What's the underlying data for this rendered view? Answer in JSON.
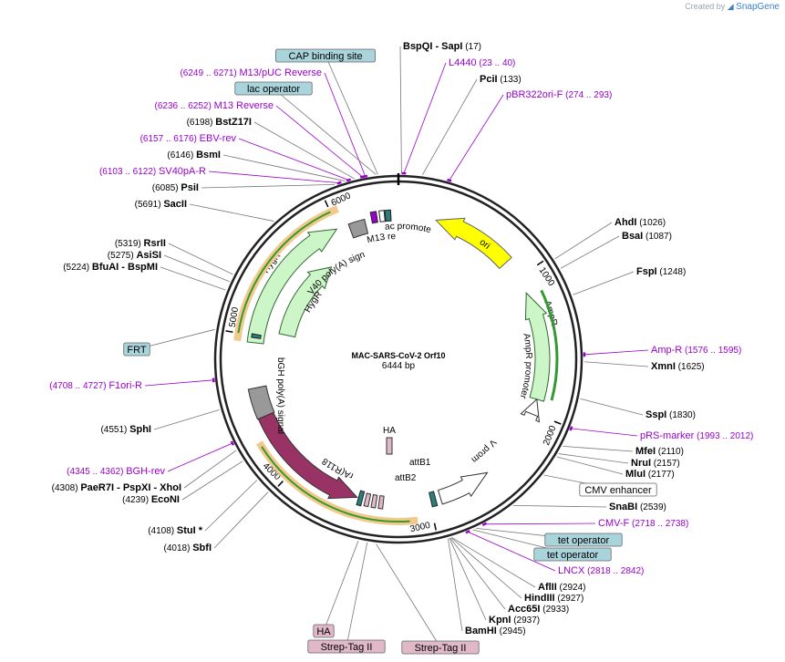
{
  "header": {
    "credit_prefix": "Created by",
    "credit_brand": "SnapGene"
  },
  "plasmid": {
    "name": "MAC-SARS-CoV-2 Orf10",
    "size": "6444 bp",
    "length": 6444
  },
  "ticks": [
    {
      "pos": 1000,
      "label": "1000"
    },
    {
      "pos": 2000,
      "label": "2000"
    },
    {
      "pos": 3000,
      "label": "3000"
    },
    {
      "pos": 4000,
      "label": "4000"
    },
    {
      "pos": 5000,
      "label": "5000"
    },
    {
      "pos": 6000,
      "label": "6000"
    }
  ],
  "colors": {
    "ori": "#ffff00",
    "amp": "#ccf5c8",
    "hyg": "#ccf5c8",
    "bira": "#993366",
    "cmv": "#ffffff",
    "polya": "#999999",
    "lac": "#2e7d7d",
    "feature_pink": "#9900cc",
    "box_teal": "#a9d4dc",
    "box_pink": "#e0b8c8",
    "orf_green": "#339933",
    "orf_orange": "#f2c98a"
  },
  "features": [
    {
      "name": "ori",
      "label": "ori"
    },
    {
      "name": "AmpR",
      "label": "AmpR"
    },
    {
      "name": "AmpR promoter",
      "label": "AmpR promoter"
    },
    {
      "name": "CMV promoter",
      "label": "CMV promoter"
    },
    {
      "name": "attB1",
      "label": "attB1"
    },
    {
      "name": "attB2",
      "label": "attB2"
    },
    {
      "name": "BirA(R118G)",
      "label": "BirA(R118G)"
    },
    {
      "name": "HA",
      "label": "HA"
    },
    {
      "name": "bGH poly(A) signal",
      "label": "bGH poly(A) signal"
    },
    {
      "name": "HygR outer",
      "label": "HygR"
    },
    {
      "name": "HygR inner",
      "label": "HygR"
    },
    {
      "name": "SV40 poly(A) signal",
      "label": "SV40 poly(A) signal"
    },
    {
      "name": "M13 rev",
      "label": "M13 rev"
    },
    {
      "name": "lac promoter",
      "label": "lac promoter"
    }
  ],
  "labels": [
    {
      "id": "bspqi",
      "name": "BspQI",
      "extra": "- SapI",
      "coord": "(17)",
      "type": "enzyme"
    },
    {
      "id": "l4440",
      "name": "L4440",
      "coord": "(23 .. 40)",
      "type": "primer"
    },
    {
      "id": "pcii",
      "name": "PciI",
      "coord": "(133)",
      "type": "enzyme"
    },
    {
      "id": "pbr322",
      "name": "pBR322ori-F",
      "coord": "(274 .. 293)",
      "type": "primer"
    },
    {
      "id": "ahdi",
      "name": "AhdI",
      "coord": "(1026)",
      "type": "enzyme"
    },
    {
      "id": "bsai",
      "name": "BsaI",
      "coord": "(1087)",
      "type": "enzyme"
    },
    {
      "id": "fspi",
      "name": "FspI",
      "coord": "(1248)",
      "type": "enzyme"
    },
    {
      "id": "ampr_p",
      "name": "Amp-R",
      "coord": "(1576 .. 1595)",
      "type": "primer"
    },
    {
      "id": "xmni",
      "name": "XmnI",
      "coord": "(1625)",
      "type": "enzyme"
    },
    {
      "id": "sspi",
      "name": "SspI",
      "coord": "(1830)",
      "type": "enzyme"
    },
    {
      "id": "prs",
      "name": "pRS-marker",
      "coord": "(1993 .. 2012)",
      "type": "primer"
    },
    {
      "id": "mfei",
      "name": "MfeI",
      "coord": "(2110)",
      "type": "enzyme"
    },
    {
      "id": "nrui",
      "name": "NruI",
      "coord": "(2157)",
      "type": "enzyme"
    },
    {
      "id": "mlui",
      "name": "MluI",
      "coord": "(2177)",
      "type": "enzyme"
    },
    {
      "id": "cmvenh",
      "name": "CMV enhancer",
      "type": "box_white"
    },
    {
      "id": "snabi",
      "name": "SnaBI",
      "coord": "(2539)",
      "type": "enzyme"
    },
    {
      "id": "cmvf",
      "name": "CMV-F",
      "coord": "(2718 .. 2738)",
      "type": "primer"
    },
    {
      "id": "tet1",
      "name": "tet operator",
      "type": "box_teal"
    },
    {
      "id": "tet2",
      "name": "tet operator",
      "type": "box_teal"
    },
    {
      "id": "lncx",
      "name": "LNCX",
      "coord": "(2818 .. 2842)",
      "type": "primer"
    },
    {
      "id": "aflii",
      "name": "AflII",
      "coord": "(2924)",
      "type": "enzyme"
    },
    {
      "id": "hindiii",
      "name": "HindIII",
      "coord": "(2927)",
      "type": "enzyme"
    },
    {
      "id": "acc65i",
      "name": "Acc65I",
      "coord": "(2933)",
      "type": "enzyme"
    },
    {
      "id": "kpni",
      "name": "KpnI",
      "coord": "(2937)",
      "type": "enzyme"
    },
    {
      "id": "bamhi",
      "name": "BamHI",
      "coord": "(2945)",
      "type": "enzyme"
    },
    {
      "id": "cap",
      "name": "CAP binding site",
      "type": "box_teal"
    },
    {
      "id": "m13puc",
      "name": "M13/pUC Reverse",
      "coord": "(6249 .. 6271)",
      "type": "primer"
    },
    {
      "id": "lacop",
      "name": "lac operator",
      "type": "box_teal"
    },
    {
      "id": "m13rev",
      "name": "M13 Reverse",
      "coord": "(6236 .. 6252)",
      "type": "primer"
    },
    {
      "id": "bstz17i",
      "name": "BstZ17I",
      "coord": "(6198)",
      "type": "enzyme"
    },
    {
      "id": "ebvrev",
      "name": "EBV-rev",
      "coord": "(6157 .. 6176)",
      "type": "primer"
    },
    {
      "id": "bsmi",
      "name": "BsmI",
      "coord": "(6146)",
      "type": "enzyme"
    },
    {
      "id": "sv40pa",
      "name": "SV40pA-R",
      "coord": "(6103 .. 6122)",
      "type": "primer"
    },
    {
      "id": "psii",
      "name": "PsiI",
      "coord": "(6085)",
      "type": "enzyme"
    },
    {
      "id": "sacii",
      "name": "SacII",
      "coord": "(5691)",
      "type": "enzyme"
    },
    {
      "id": "rsrii",
      "name": "RsrII",
      "coord": "(5319)",
      "type": "enzyme"
    },
    {
      "id": "asisi",
      "name": "AsiSI",
      "coord": "(5275)",
      "type": "enzyme"
    },
    {
      "id": "bfuai",
      "name": "BfuAI",
      "extra": "- BspMI",
      "coord": "(5224)",
      "type": "enzyme"
    },
    {
      "id": "frt",
      "name": "FRT",
      "type": "box_teal"
    },
    {
      "id": "f1ori",
      "name": "F1ori-R",
      "coord": "(4708 .. 4727)",
      "type": "primer"
    },
    {
      "id": "sphi",
      "name": "SphI",
      "coord": "(4551)",
      "type": "enzyme"
    },
    {
      "id": "bghrev",
      "name": "BGH-rev",
      "coord": "(4345 .. 4362)",
      "type": "primer"
    },
    {
      "id": "paer7i",
      "name": "PaeR7I",
      "extra": "- PspXI   - XhoI",
      "coord": "(4308)",
      "type": "enzyme"
    },
    {
      "id": "econi",
      "name": "EcoNI",
      "coord": "(4239)",
      "type": "enzyme"
    },
    {
      "id": "stui",
      "name": "StuI *",
      "coord": "(4108)",
      "type": "enzyme"
    },
    {
      "id": "sbfi",
      "name": "SbfI",
      "coord": "(4018)",
      "type": "enzyme"
    },
    {
      "id": "ha",
      "name": "HA",
      "type": "box_pink"
    },
    {
      "id": "strep1",
      "name": "Strep-Tag II",
      "type": "box_pink"
    },
    {
      "id": "strep2",
      "name": "Strep-Tag II",
      "type": "box_pink"
    }
  ]
}
